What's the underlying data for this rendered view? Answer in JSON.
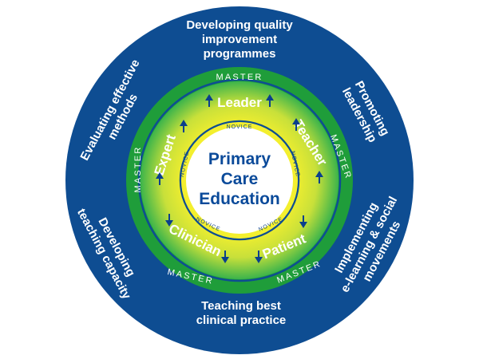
{
  "center": {
    "lines": [
      "Primary",
      "Care",
      "Education"
    ]
  },
  "roles": {
    "leader": "Leader",
    "teacher": "Teacher",
    "patient": "Patient",
    "clinician": "Clinician",
    "expert": "Expert"
  },
  "ring_labels": {
    "master": "MASTER",
    "novice": "NOVICE"
  },
  "outer": {
    "top": [
      "Developing quality",
      "improvement",
      "programmes"
    ],
    "top_right": [
      "Promoting",
      "leadership"
    ],
    "bottom_right": [
      "Implementing",
      "e-learning & social",
      "movements"
    ],
    "bottom": [
      "Teaching best",
      "clinical practice"
    ],
    "bottom_left": [
      "Developing",
      "teaching capacity"
    ],
    "top_left": [
      "Evaluating effective",
      "methods"
    ]
  },
  "colors": {
    "outer_ring": "#0e4d92",
    "dark_green": "#1f9d3a",
    "mid_green": "#2bb34a",
    "yellow": "#f3ef2e",
    "center": "#ffffff",
    "center_text": "#0a4a9a",
    "arrow": "#0a3f8c"
  }
}
